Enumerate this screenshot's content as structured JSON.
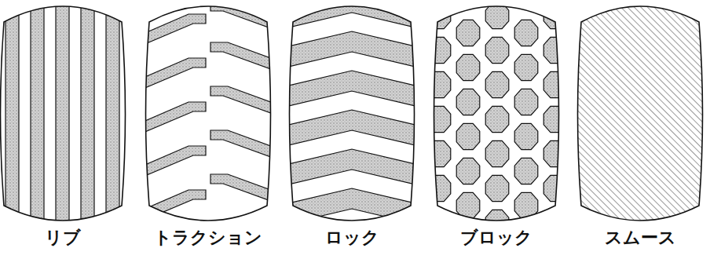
{
  "diagram": {
    "labels": [
      "リブ",
      "トラクション",
      "ロック",
      "ブロック",
      "スムース"
    ]
  }
}
